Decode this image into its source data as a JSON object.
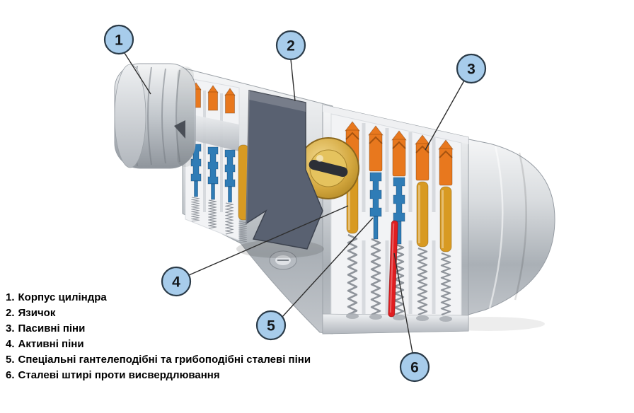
{
  "callouts": [
    "1",
    "2",
    "3",
    "4",
    "5",
    "6"
  ],
  "legend": {
    "items": [
      {
        "number": "1.",
        "label": "Корпус циліндра"
      },
      {
        "number": "2.",
        "label": "Язичок"
      },
      {
        "number": "3.",
        "label": "Пасивні піни"
      },
      {
        "number": "4.",
        "label": "Активні піни"
      },
      {
        "number": "5.",
        "label": "Спеціальні гантелеподібні та грибоподібні сталеві піни"
      },
      {
        "number": "6.",
        "label": "Сталеві штирі проти висвердлювання"
      }
    ]
  },
  "colors": {
    "callout_fill": "#a7cceb",
    "callout_border": "#2b3b48",
    "passive_pin_orange": "#e8781e",
    "active_pin_gold": "#d89a22",
    "steel_pin_blue": "#2f7cb6",
    "anti_drill_red": "#e01e21",
    "cam_gray": "#596171",
    "body_metal": "#c8ccd1",
    "brass_core": "#cfa23f"
  }
}
